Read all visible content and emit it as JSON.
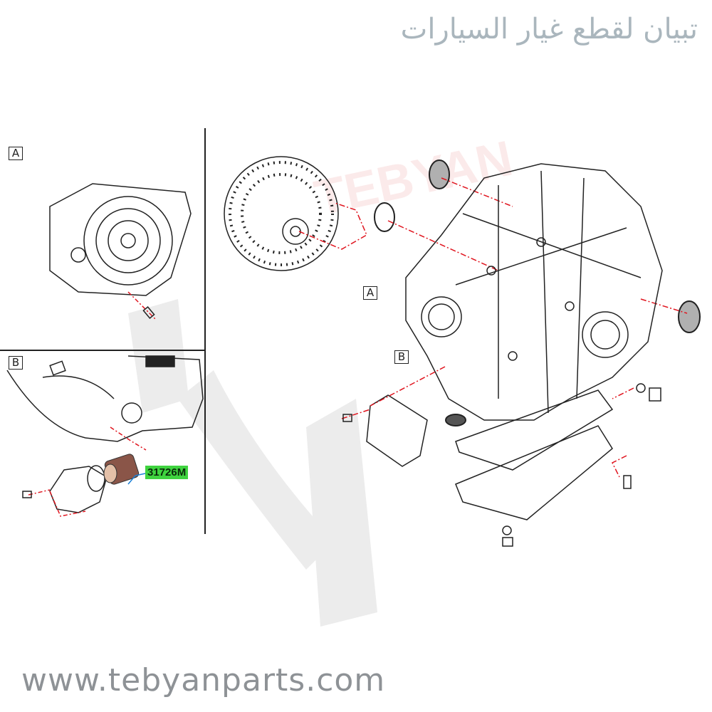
{
  "brand": {
    "arabic_name": "تبيان لقطع غيار السيارات",
    "website": "www.tebyanparts.com",
    "watermark": "TEBYAN"
  },
  "diagram": {
    "inset_a_label": "A",
    "inset_b_label": "B",
    "main_callout_a": "A",
    "main_callout_b": "B",
    "highlighted_part": "31726M"
  },
  "colors": {
    "leader_dash": "#e0141e",
    "part_highlight": "#3fd33f",
    "part_leader": "#1a7fd6"
  }
}
